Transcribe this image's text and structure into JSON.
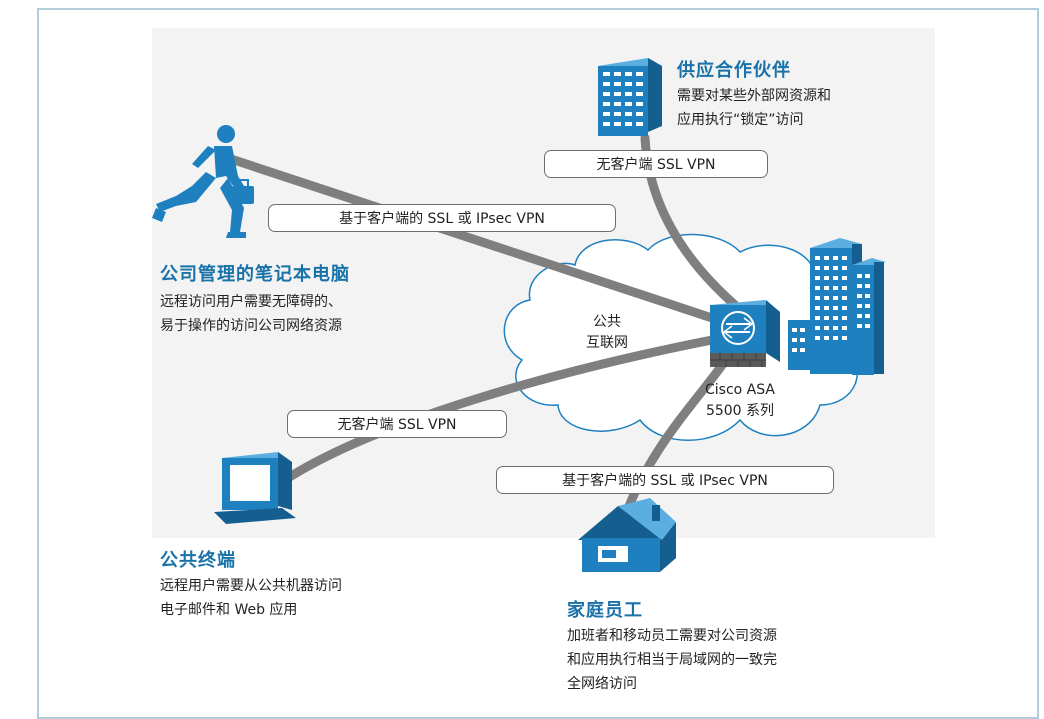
{
  "nodes": {
    "partner": {
      "title": "供应合作伙伴",
      "desc_lines": [
        "需要对某些外部网资源和",
        "应用执行“锁定”访问"
      ]
    },
    "laptop": {
      "title": "公司管理的笔记本电脑",
      "desc_lines": [
        "远程访问用户需要无障碍的、",
        "易于操作的访问公司网络资源"
      ]
    },
    "terminal": {
      "title": "公共终端",
      "desc_lines": [
        "远程用户需要从公共机器访问",
        "电子邮件和 Web 应用"
      ]
    },
    "home": {
      "title": "家庭员工",
      "desc_lines": [
        "加班者和移动员工需要对公司资源",
        "和应用执行相当于局域网的一致完",
        "全网络访问"
      ]
    },
    "internet": {
      "lines": [
        "公共",
        "互联网"
      ]
    },
    "asa": {
      "lines": [
        "Cisco ASA",
        "5500 系列"
      ]
    }
  },
  "connections": {
    "partner_link": "无客户端 SSL VPN",
    "laptop_link": "基于客户端的 SSL 或 IPsec VPN",
    "terminal_link": "无客户端 SSL VPN",
    "home_link": "基于客户端的 SSL 或 IPsec VPN"
  },
  "icons": [
    "building-icon",
    "running-man-icon",
    "computer-terminal-icon",
    "house-icon",
    "cloud-icon",
    "asa-firewall-icon",
    "headquarters-icon"
  ],
  "colors": {
    "accent": "#1a73a8",
    "icon_blue": "#1f80c0",
    "link_gray": "#7f7f7f",
    "frame": "#b3ccd9"
  }
}
